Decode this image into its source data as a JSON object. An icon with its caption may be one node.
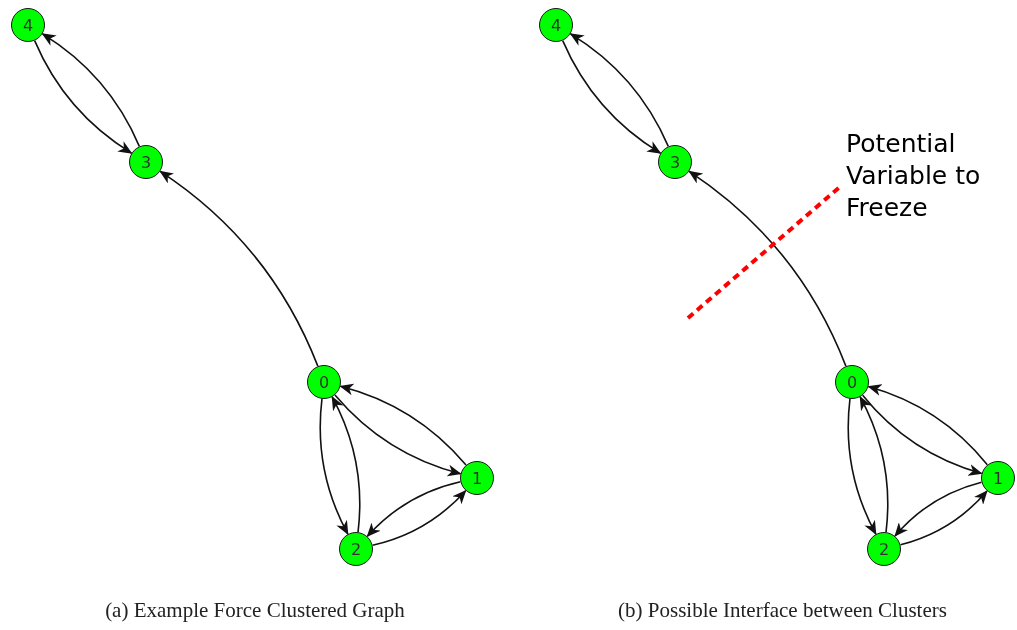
{
  "diagram": {
    "nodes": [
      {
        "text": [
          "4"
        ]
      },
      {
        "text": [
          "3"
        ]
      },
      {
        "text": [
          "0"
        ]
      },
      {
        "text": [
          "1"
        ]
      },
      {
        "text": [
          "2"
        ]
      },
      {
        "text": [
          "4"
        ]
      },
      {
        "text": [
          "3"
        ]
      },
      {
        "text": [
          "0"
        ]
      },
      {
        "text": [
          "1"
        ]
      },
      {
        "text": [
          "2"
        ]
      }
    ],
    "edges": [
      {
        "from": 0,
        "to": 1,
        "arrow": "to"
      },
      {
        "from": 1,
        "to": 0,
        "arrow": "to"
      },
      {
        "from": 2,
        "to": 1,
        "arrow": "to"
      },
      {
        "from": 3,
        "to": 2,
        "arrow": "to"
      },
      {
        "from": 2,
        "to": 3,
        "arrow": "to"
      },
      {
        "from": 2,
        "to": 4,
        "arrow": "to"
      },
      {
        "from": 4,
        "to": 2,
        "arrow": "to"
      },
      {
        "from": 4,
        "to": 3,
        "arrow": "to"
      },
      {
        "from": 3,
        "to": 4,
        "arrow": "to"
      },
      {
        "from": 5,
        "to": 6,
        "arrow": "to"
      },
      {
        "from": 6,
        "to": 5,
        "arrow": "to"
      },
      {
        "from": 7,
        "to": 6,
        "arrow": "to"
      },
      {
        "from": 8,
        "to": 7,
        "arrow": "to"
      },
      {
        "from": 7,
        "to": 8,
        "arrow": "to"
      },
      {
        "from": 7,
        "to": 9,
        "arrow": "to"
      },
      {
        "from": 9,
        "to": 7,
        "arrow": "to"
      },
      {
        "from": 9,
        "to": 8,
        "arrow": "to"
      },
      {
        "from": 8,
        "to": 9,
        "arrow": "to"
      }
    ],
    "labels": [
      "Potential Variable to Freeze",
      "(a) Example Force Clustered Graph",
      "(b) Possible Interface between Clusters"
    ]
  }
}
